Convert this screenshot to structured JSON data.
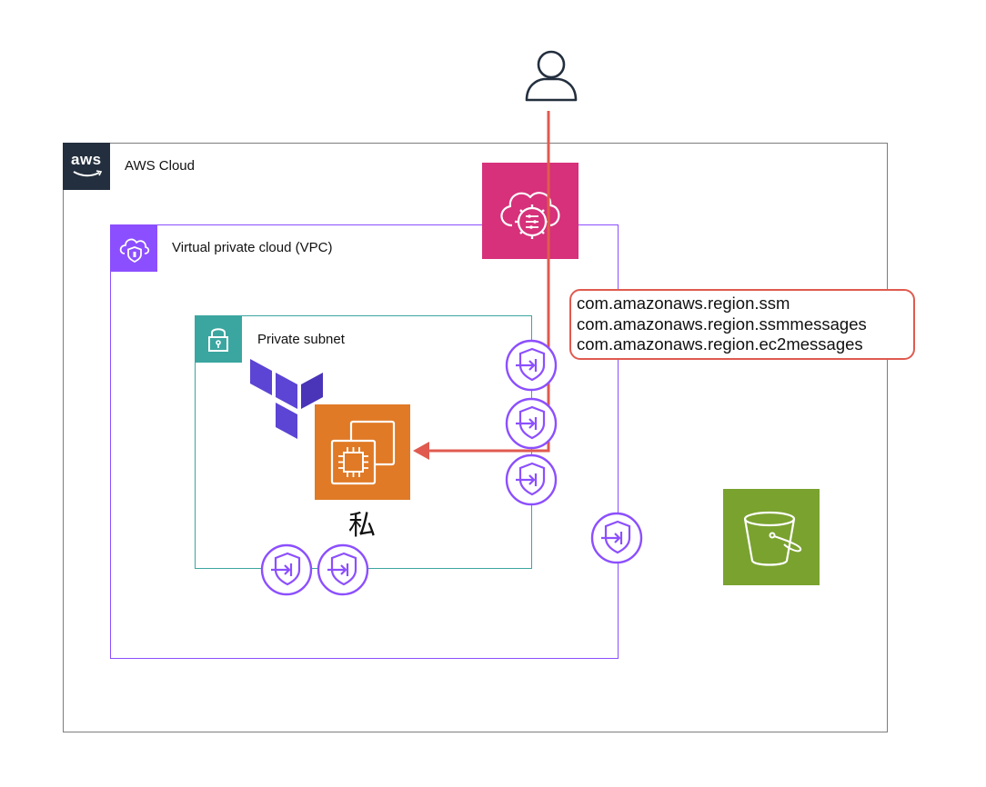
{
  "groups": {
    "aws_cloud_label": "AWS Cloud",
    "vpc_label": "Virtual private cloud (VPC)",
    "subnet_label": "Private subnet"
  },
  "aws_logo_text": "aws",
  "endpoint_callout": {
    "lines": [
      "com.amazonaws.region.ssm",
      "com.amazonaws.region.ssmmessages",
      "com.amazonaws.region.ec2messages"
    ]
  },
  "ec2_caption": "私",
  "icons": {
    "user": "user-icon",
    "systems_manager": "systems-manager-icon",
    "ec2": "ec2-instance-icon",
    "terraform": "terraform-logo",
    "s3": "s3-bucket-icon",
    "endpoint": "vpc-endpoint-icon"
  },
  "colors": {
    "aws_dark": "#232f3e",
    "vpc": "#8c4fff",
    "subnet": "#3ba6a0",
    "systems_manager": "#d6317a",
    "ec2": "#e07a26",
    "s3": "#7aa22f",
    "terraform": "#5c44d4",
    "arrow": "#e05a4f"
  }
}
